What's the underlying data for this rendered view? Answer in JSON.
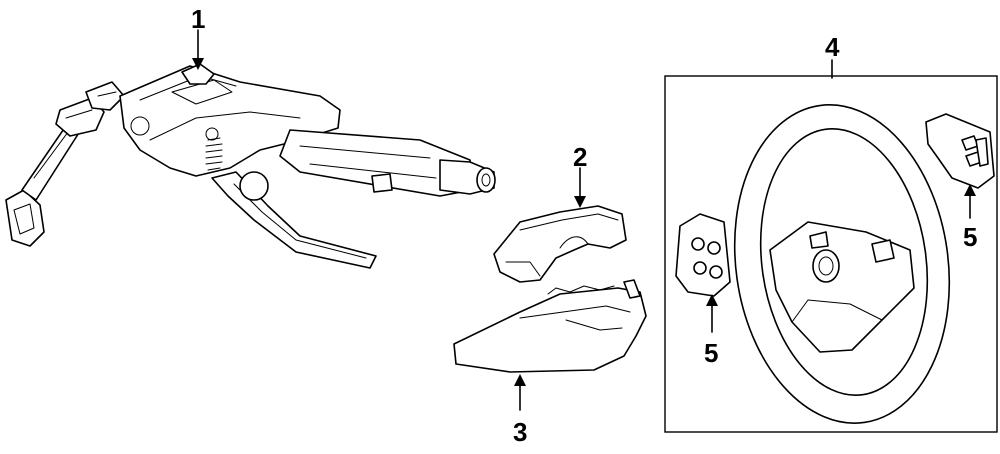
{
  "callouts": {
    "c1": "1",
    "c2": "2",
    "c3": "3",
    "c4": "4",
    "c5_left": "5",
    "c5_right": "5"
  },
  "parts": [
    {
      "icon": "steering-column-icon"
    },
    {
      "icon": "upper-shroud-icon"
    },
    {
      "icon": "lower-shroud-icon"
    },
    {
      "icon": "steering-wheel-icon"
    },
    {
      "icon": "switch-left-icon"
    },
    {
      "icon": "switch-right-icon"
    }
  ]
}
